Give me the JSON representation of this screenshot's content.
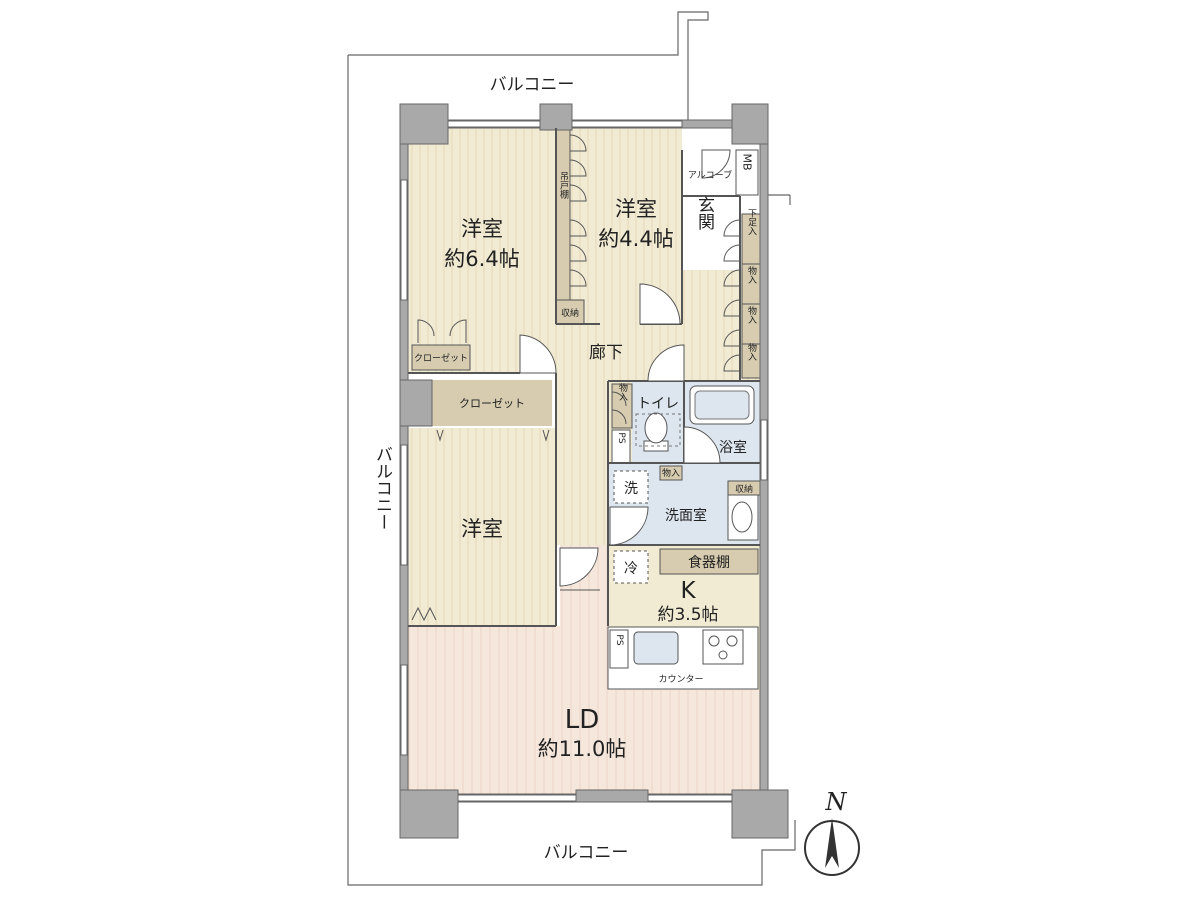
{
  "floor_plan": {
    "balcony": {
      "top": "バルコニー",
      "bottom": "バルコニー",
      "left": "バルコニー"
    },
    "rooms": {
      "western_1": {
        "name": "洋室",
        "size": "約6.4帖"
      },
      "western_2": {
        "name": "洋室",
        "size": "約4.4帖"
      },
      "western_3": {
        "name": "洋室"
      },
      "ld": {
        "name": "LD",
        "size": "約11.0帖"
      },
      "kitchen": {
        "name": "K",
        "size": "約3.5帖"
      },
      "entrance": "玄関",
      "corridor": "廊下",
      "toilet": "トイレ",
      "bath": "浴室",
      "washroom": "洗面室"
    },
    "storage": {
      "closet_small": "クローゼット",
      "closet_large": "クローゼット",
      "shuno_room2": "収納",
      "shuno_wash": "収納",
      "hanging_shelf": "吊戸棚",
      "monoire": "物入",
      "shoe": "下足入",
      "dish_shelf": "食器棚"
    },
    "fixtures": {
      "alcove": "アルコーブ",
      "mb": "MB",
      "ps": "PS",
      "washer": "洗",
      "fridge": "冷",
      "counter": "カウンター"
    },
    "compass": "N",
    "colors": {
      "room_fill": "#f1ebd3",
      "ld_fill": "#f6e7dc",
      "wet_fill": "#dde6ef",
      "storage_fill": "#d7ccb0",
      "wall": "#a9a9a9",
      "line": "#555555"
    }
  }
}
